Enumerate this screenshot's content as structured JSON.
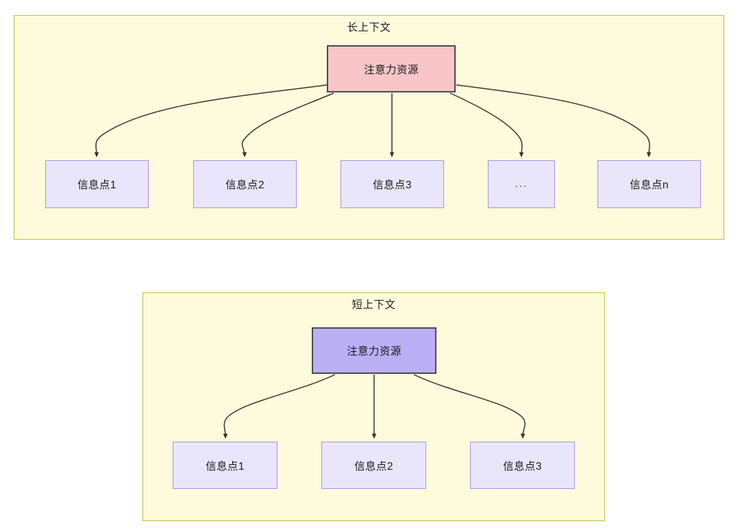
{
  "diagram": {
    "type": "flow-diagram",
    "background": "#ffffff",
    "groups": [
      {
        "id": "long",
        "title": "长上下文",
        "fill": "#fdfbdb",
        "stroke": "#c5bb38",
        "root": {
          "label": "注意力资源",
          "fill": "#f8c6c8",
          "stroke": "#4a4a4a"
        },
        "leaves": [
          {
            "label": "信息点1",
            "fill": "#e9e6fc",
            "stroke": "#ae8fe0"
          },
          {
            "label": "信息点2",
            "fill": "#e9e6fc",
            "stroke": "#ae8fe0"
          },
          {
            "label": "信息点3",
            "fill": "#e9e6fc",
            "stroke": "#ae8fe0"
          },
          {
            "label": "...",
            "fill": "#e9e6fc",
            "stroke": "#ae8fe0"
          },
          {
            "label": "信息点n",
            "fill": "#e9e6fc",
            "stroke": "#ae8fe0"
          }
        ]
      },
      {
        "id": "short",
        "title": "短上下文",
        "fill": "#fdfbdb",
        "stroke": "#c5bb38",
        "root": {
          "label": "注意力资源",
          "fill": "#bbb0f5",
          "stroke": "#4a4a4a"
        },
        "leaves": [
          {
            "label": "信息点1",
            "fill": "#e9e6fc",
            "stroke": "#ae8fe0"
          },
          {
            "label": "信息点2",
            "fill": "#e9e6fc",
            "stroke": "#ae8fe0"
          },
          {
            "label": "信息点3",
            "fill": "#e9e6fc",
            "stroke": "#ae8fe0"
          }
        ]
      }
    ],
    "edge_color": "#333333"
  }
}
